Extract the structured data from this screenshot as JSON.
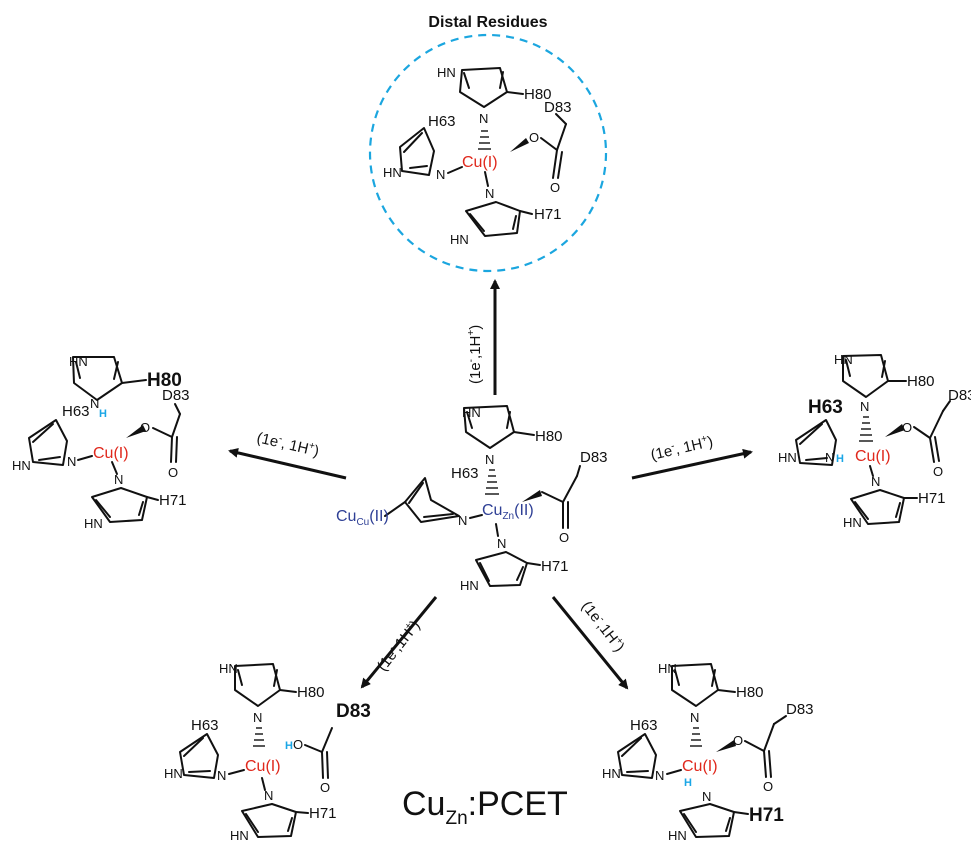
{
  "title": "Distal Residues",
  "label": {
    "main": "Cu",
    "sub": "Zn",
    "rest": ":PCET"
  },
  "condition": {
    "open": "(1e",
    "sup_minus": "-",
    "mid": ", 1H",
    "sup_plus": "+",
    "close": ")"
  },
  "condition_compact": "(1e-,1H+)",
  "atoms": {
    "nh": "HN",
    "n": "N",
    "o": "O",
    "h": "H"
  },
  "residues": {
    "h80": "H80",
    "h63": "H63",
    "h71": "H71",
    "d83": "D83"
  },
  "metals": {
    "cu_i": "Cu(I)",
    "cu_zn_main": "Cu",
    "cu_zn_sub": "Zn",
    "cu_zn_ox": "(II)",
    "cu_cu_main": "Cu",
    "cu_cu_sub": "Cu",
    "cu_cu_ox": "(II)"
  },
  "colors": {
    "cu_i": "#e0281c",
    "cu_ii": "#2e3f95",
    "proton": "#1aa6e6",
    "dashed_circle": "#1ba6df"
  },
  "bold_residue_per_panel": {
    "top": "none",
    "left": "H80",
    "right": "H63",
    "bottom_left": "D83",
    "bottom_right": "H71"
  }
}
